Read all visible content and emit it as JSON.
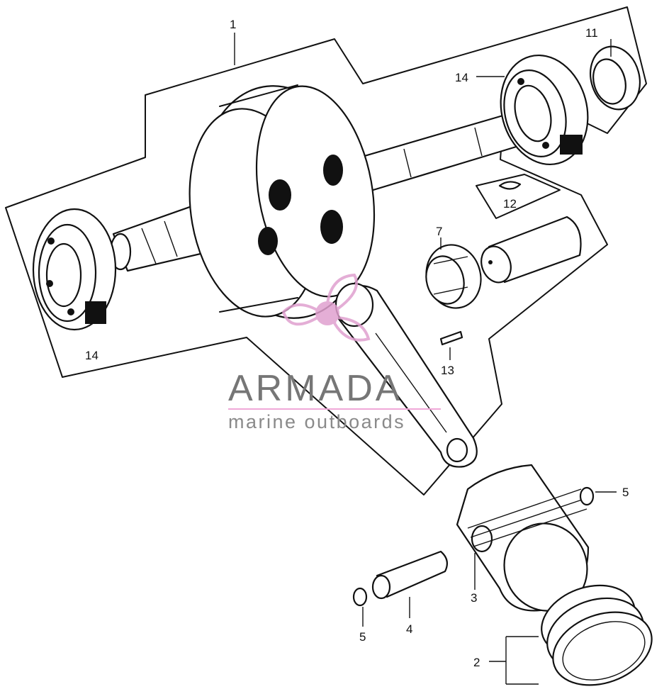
{
  "callouts": {
    "c1": "1",
    "c11": "11",
    "c14_top": "14",
    "c12": "12",
    "c7": "7",
    "c14_left": "14",
    "c13": "13",
    "c5_right": "5",
    "c3": "3",
    "c4": "4",
    "c5_left": "5",
    "c2": "2"
  },
  "watermark": {
    "brand": "ARMADA",
    "tagline": "marine outboards",
    "line_color": "#f0a8d8",
    "text_color": "#767676",
    "logo_color": "#e0a0cf"
  }
}
